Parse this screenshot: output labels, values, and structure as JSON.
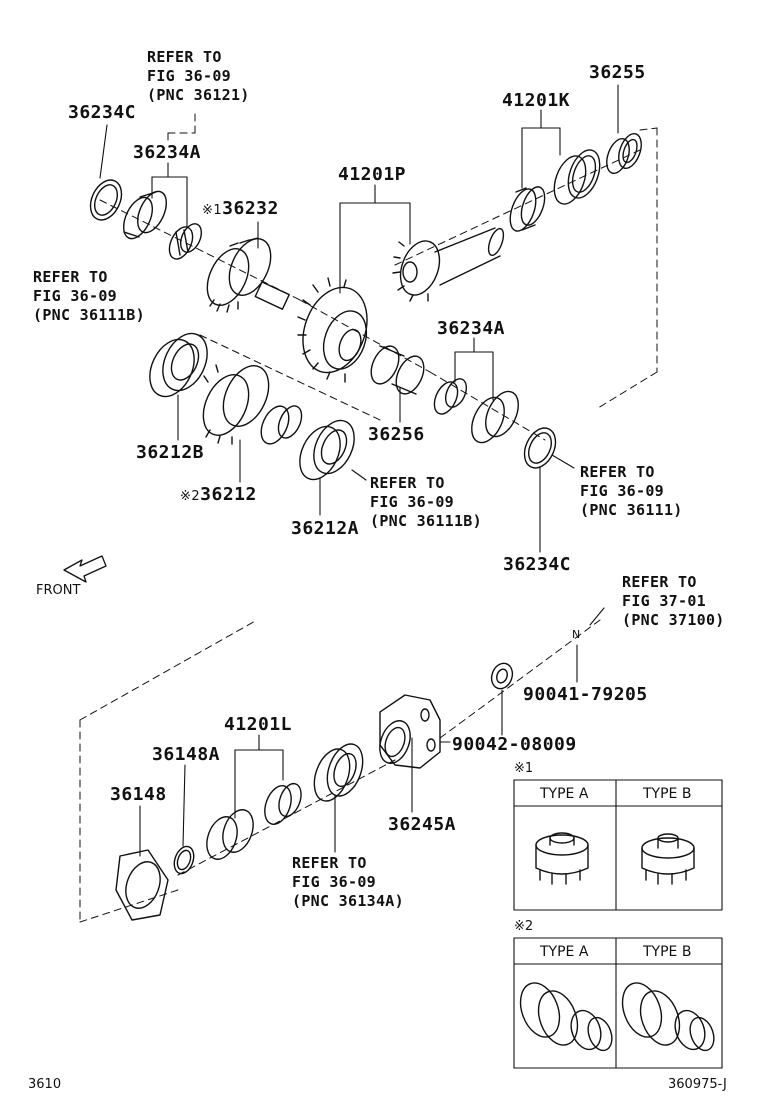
{
  "parts": {
    "p36234C_top": "36234C",
    "p36234A_top": "36234A",
    "p36232": "36232",
    "p36232_mark": "※1",
    "p41201P": "41201P",
    "p41201K": "41201K",
    "p36255": "36255",
    "p36234A_mid": "36234A",
    "p36256": "36256",
    "p36212B": "36212B",
    "p36212": "36212",
    "p36212_mark": "※2",
    "p36212A": "36212A",
    "p36234C_mid": "36234C",
    "p90041": "90041-79205",
    "p90042": "90042-08009",
    "p41201L": "41201L",
    "p36148A": "36148A",
    "p36148": "36148",
    "p36245A": "36245A"
  },
  "refs": {
    "r1": [
      "REFER TO",
      "FIG 36-09",
      "(PNC 36121)"
    ],
    "r2": [
      "REFER TO",
      "FIG 36-09",
      "(PNC 36111B)"
    ],
    "r3": [
      "REFER TO",
      "FIG 36-09",
      "(PNC 36111B)"
    ],
    "r4": [
      "REFER TO",
      "FIG 36-09",
      "(PNC 36111)"
    ],
    "r5": [
      "REFER TO",
      "FIG 37-01",
      "(PNC 37100)"
    ],
    "r6": [
      "REFER TO",
      "FIG 36-09",
      "(PNC 36134A)"
    ]
  },
  "front_label": "FRONT",
  "n_mark": "N",
  "inset1": {
    "mark": "※1",
    "type_a": "TYPE A",
    "type_b": "TYPE B"
  },
  "inset2": {
    "mark": "※2",
    "type_a": "TYPE A",
    "type_b": "TYPE B"
  },
  "footer": {
    "left": "3610",
    "right": "360975-J"
  }
}
